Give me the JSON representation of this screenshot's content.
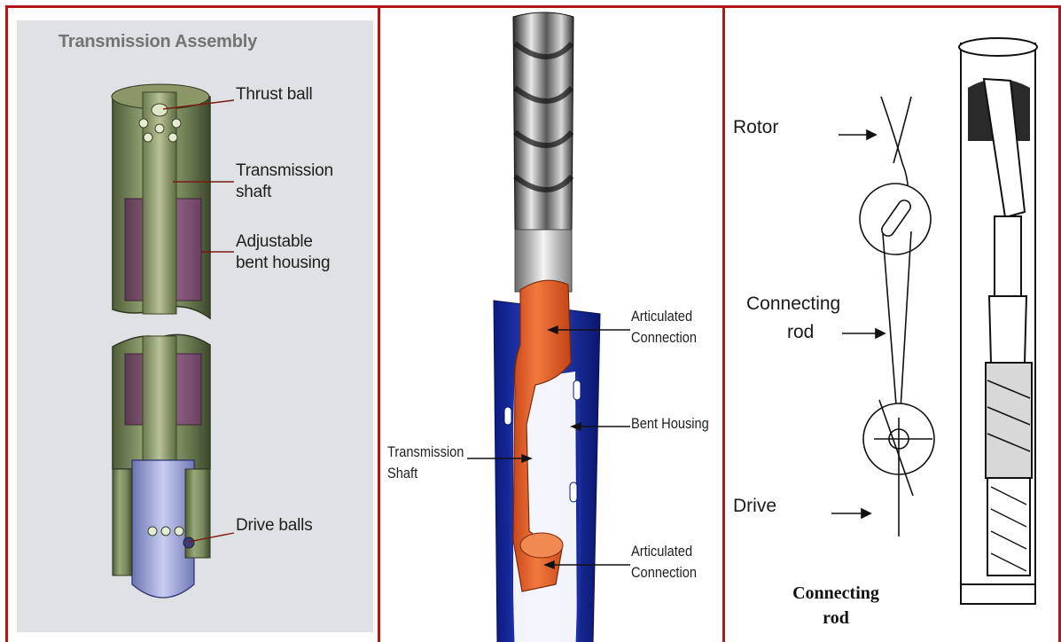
{
  "panels": {
    "left": {
      "title": "Transmission Assembly",
      "labels": {
        "thrust_ball": "Thrust ball",
        "transmission_shaft_l1": "Transmission",
        "transmission_shaft_l2": "shaft",
        "bent_housing_l1": "Adjustable",
        "bent_housing_l2": "bent housing",
        "drive_balls": "Drive balls"
      }
    },
    "middle": {
      "labels": {
        "articulated_top_l1": "Articulated",
        "articulated_top_l2": "Connection",
        "bent_housing": "Bent Housing",
        "transmission_l1": "Transmission",
        "transmission_l2": "Shaft",
        "articulated_bottom_l1": "Articulated",
        "articulated_bottom_l2": "Connection"
      }
    },
    "right": {
      "labels": {
        "rotor": "Rotor",
        "connecting_rod_l1": "Connecting",
        "connecting_rod_l2": "rod",
        "drive": "Drive",
        "caption_l1": "Connecting",
        "caption_l2": "rod"
      }
    }
  },
  "colors": {
    "border": "#b01818",
    "housing_green": "#7a8a5e",
    "housing_purple": "#8a5a78",
    "drive_blue": "#9aa6d8",
    "bent_housing_blue": "#1a2fa8",
    "shaft_orange": "#e8622a"
  }
}
